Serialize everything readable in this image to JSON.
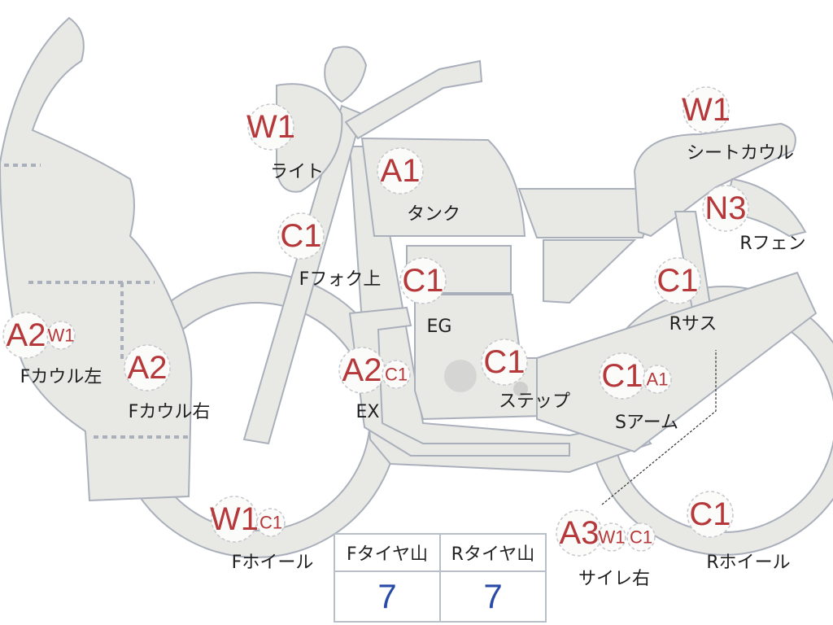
{
  "colors": {
    "code": "#b5383a",
    "value": "#2a4aa8",
    "body": "#e8e8e4",
    "outline": "#aab0bb"
  },
  "parts": {
    "light": {
      "label": "ライト",
      "codes": [
        "W1"
      ]
    },
    "tank": {
      "label": "タンク",
      "codes": [
        "A1"
      ]
    },
    "ffork": {
      "label": "Fフォク上",
      "codes": [
        "C1"
      ]
    },
    "eg": {
      "label": "EG",
      "codes": [
        "C1"
      ]
    },
    "fcowl_left": {
      "label": "Fカウル左",
      "codes": [
        "A2",
        "W1"
      ]
    },
    "fcowl_right": {
      "label": "Fカウル右",
      "codes": [
        "A2"
      ]
    },
    "ex": {
      "label": "EX",
      "codes": [
        "A2",
        "C1"
      ]
    },
    "step": {
      "label": "ステップ",
      "codes": [
        "C1"
      ]
    },
    "sarm": {
      "label": "Sアーム",
      "codes": [
        "C1",
        "A1"
      ]
    },
    "seatcowl": {
      "label": "シートカウル",
      "codes": [
        "W1"
      ]
    },
    "rfender": {
      "label": "Rフェン",
      "codes": [
        "N3"
      ]
    },
    "rsus": {
      "label": "Rサス",
      "codes": [
        "C1"
      ]
    },
    "fwheel": {
      "label": "Fホイール",
      "codes": [
        "W1",
        "C1"
      ]
    },
    "silencer_right": {
      "label": "サイレ右",
      "codes": [
        "A3",
        "W1",
        "C1"
      ]
    },
    "rwheel": {
      "label": "Rホイール",
      "codes": [
        "C1"
      ]
    }
  },
  "tire_table": {
    "headers": [
      "Fタイヤ山",
      "Rタイヤ山"
    ],
    "values": [
      "7",
      "7"
    ]
  }
}
